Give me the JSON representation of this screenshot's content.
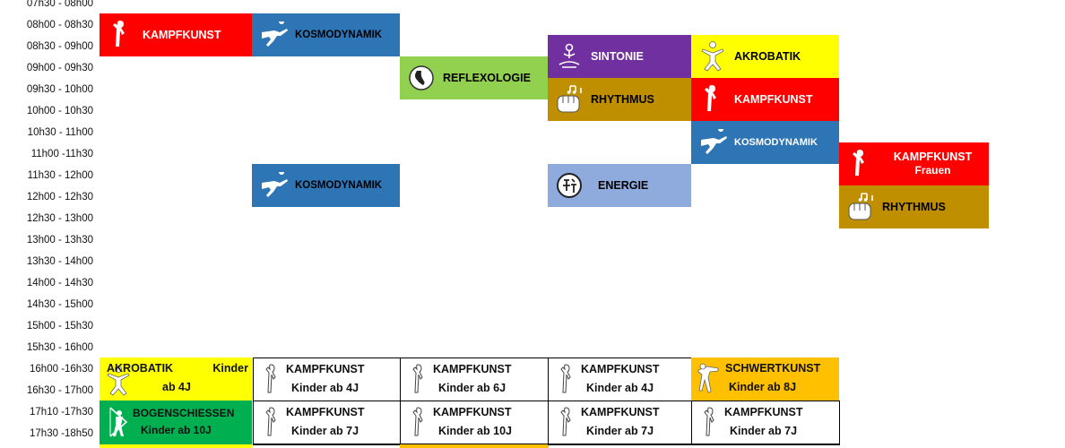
{
  "time_slots": [
    "07h30 - 08h00",
    "08h00 - 08h30",
    "08h30 - 09h00",
    "09h00 - 09h30",
    "09h30 - 10h00",
    "10h00 - 10h30",
    "10h30 - 11h00",
    "11h00 -11h30",
    "11h30 - 12h00",
    "12h00 - 12h30",
    "12h30 - 13h00",
    "13h00 - 13h30",
    "13h30 - 14h00",
    "14h00 - 14h30",
    "14h30 - 15h00",
    "15h00 - 15h30",
    "15h30 - 16h00",
    "16h00 -16h30",
    "16h30 - 17h00",
    "17h10 -17h30",
    "17h30 -18h50"
  ],
  "blocks": {
    "kampfkunst_mon": "KAMPFKUNST",
    "kosmo_tue_1": "KOSMODYNAMIK",
    "reflex_wed": "REFLEXOLOGIE",
    "sintonie_thu": "SINTONIE",
    "akrobatik_fri": "AKROBATIK",
    "rhythmus_thu": "RHYTHMUS",
    "kampfkunst_fri": "KAMPFKUNST",
    "kosmo_fri": "KOSMODYNAMIK",
    "kampfkunst_sat": "KAMPFKUNST",
    "kampfkunst_sat_sub": "Frauen",
    "kosmo_tue_2": "KOSMODYNAMIK",
    "energie_thu": "ENERGIE",
    "rhythmus_sat": "RHYTHMUS"
  },
  "kids": {
    "akro_title": "AKROBATIK",
    "akro_kinder": "Kinder",
    "akro_age": "ab 4J",
    "bogen_title": "BOGENSCHIESSEN",
    "bogen_age": "Kinder ab 10J",
    "row1": [
      {
        "title": "KAMPFKUNST",
        "age": "Kinder ab 4J"
      },
      {
        "title": "KAMPFKUNST",
        "age": "Kinder ab 6J"
      },
      {
        "title": "KAMPFKUNST",
        "age": "Kinder ab 4J"
      },
      {
        "title": "SCHWERTKUNST",
        "age": "Kinder ab 8J"
      }
    ],
    "row2": [
      {
        "title": "KAMPFKUNST",
        "age": "Kinder ab 7J"
      },
      {
        "title": "KAMPFKUNST",
        "age": "Kinder ab 10J"
      },
      {
        "title": "KAMPFKUNST",
        "age": "Kinder ab 7J"
      },
      {
        "title": "KAMPFKUNST",
        "age": "Kinder ab 7J"
      }
    ]
  },
  "colors": {
    "kampfkunst": "#ff0000",
    "kosmodynamik": "#2e75b6",
    "reflexologie": "#92d050",
    "sintonie": "#7030a0",
    "akrobatik": "#ffff00",
    "rhythmus": "#bf8f00",
    "energie": "#8faadc",
    "bogenschiessen": "#00b050",
    "schwertkunst": "#ffc000"
  }
}
